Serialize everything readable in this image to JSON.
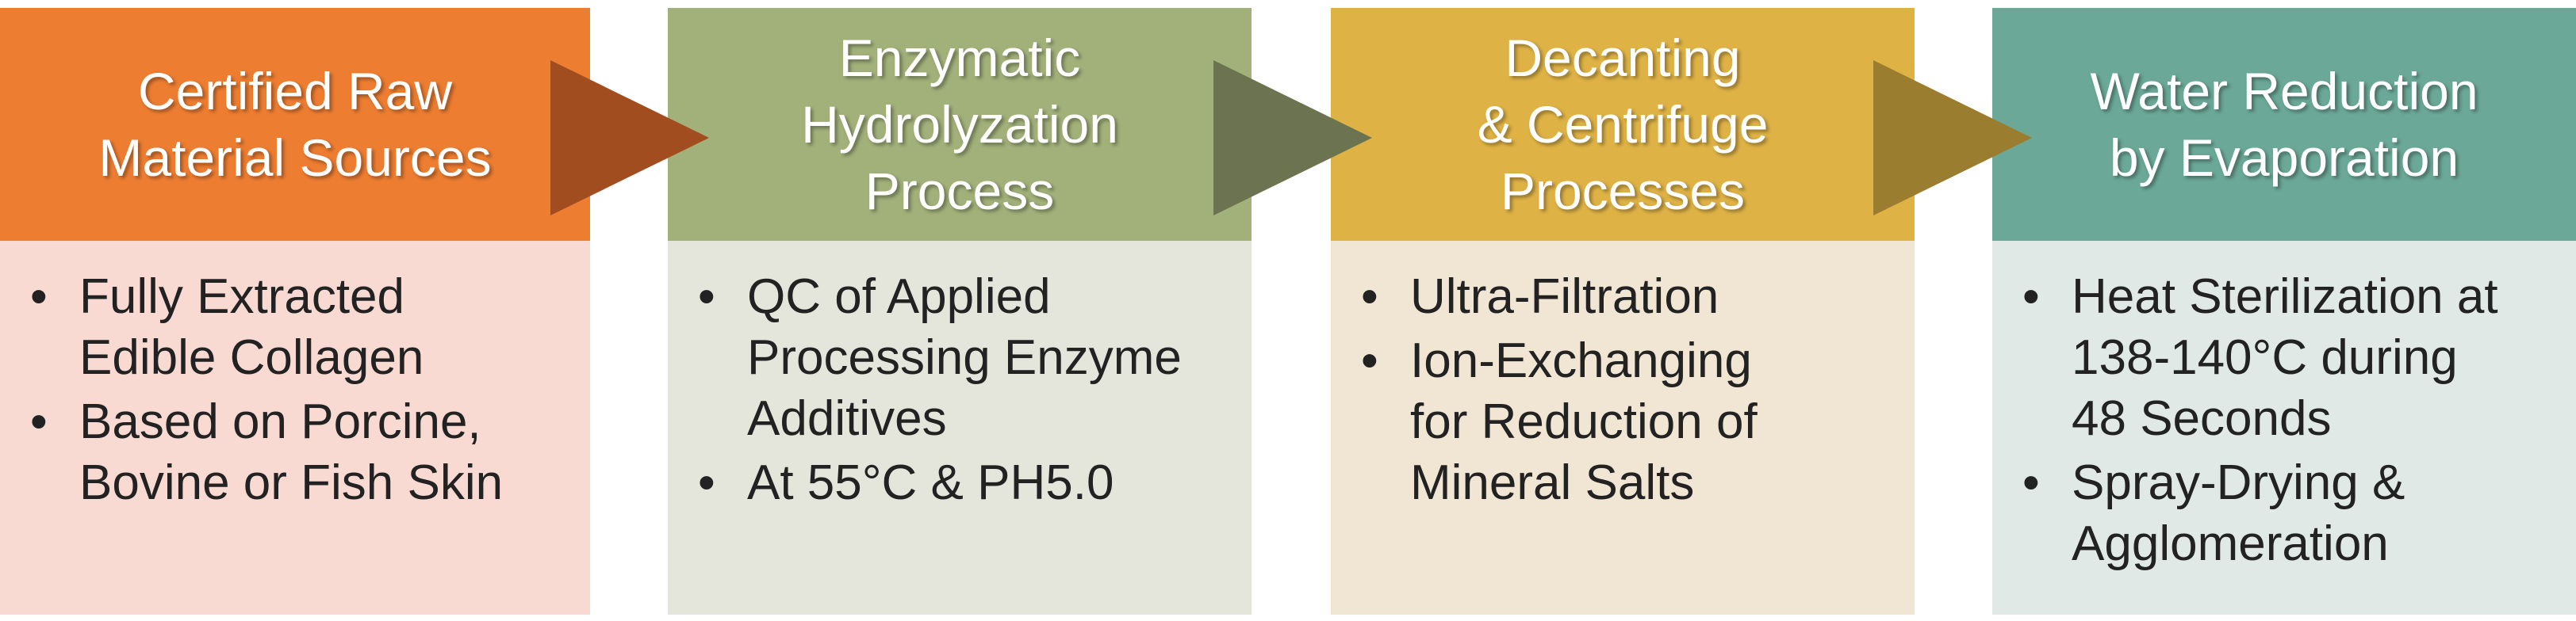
{
  "steps": [
    {
      "title": "Certified Raw Material Sources",
      "title_lines": [
        "Certified Raw",
        "Material Sources"
      ],
      "header_color": "#ED7D31",
      "body_color": "#F9DAD2",
      "bullets": [
        {
          "lines": [
            "Fully Extracted",
            "Edible Collagen"
          ]
        },
        {
          "lines": [
            "Based on Porcine,",
            "Bovine or Fish Skin"
          ]
        }
      ]
    },
    {
      "title": "Enzymatic Hydrolyzation Process",
      "title_lines": [
        "Enzymatic",
        "Hydrolyzation",
        "Process"
      ],
      "header_color": "#A2B07A",
      "body_color": "#E4E6DC",
      "bullets": [
        {
          "lines": [
            "QC of Applied",
            "Processing Enzyme",
            "Additives"
          ]
        },
        {
          "lines": [
            "At 55°C & PH5.0"
          ]
        }
      ]
    },
    {
      "title": "Decanting & Centrifuge Processes",
      "title_lines": [
        "Decanting",
        "& Centrifuge",
        "Processes"
      ],
      "header_color": "#DEB245",
      "body_color": "#F1E6D4",
      "bullets": [
        {
          "lines": [
            "Ultra-Filtration"
          ]
        },
        {
          "lines": [
            "Ion-Exchanging",
            "for Reduction of",
            "Mineral Salts"
          ]
        }
      ]
    },
    {
      "title": "Water Reduction by Evaporation",
      "title_lines": [
        "Water Reduction",
        "by Evaporation"
      ],
      "header_color": "#6BA897",
      "body_color": "#E0E9E6",
      "bullets": [
        {
          "lines": [
            "Heat Sterilization at",
            "138-140°C during",
            "48 Seconds"
          ]
        },
        {
          "lines": [
            "Spray-Drying &",
            "Agglomeration"
          ]
        }
      ]
    }
  ],
  "arrows": [
    {
      "color": "#A14D20"
    },
    {
      "color": "#6B7351"
    },
    {
      "color": "#9B7D2F"
    }
  ],
  "bullet_symbol": "•",
  "icons": {
    "bullet": "bullet-dot-icon",
    "arrow": "right-triangle-arrow-icon"
  }
}
